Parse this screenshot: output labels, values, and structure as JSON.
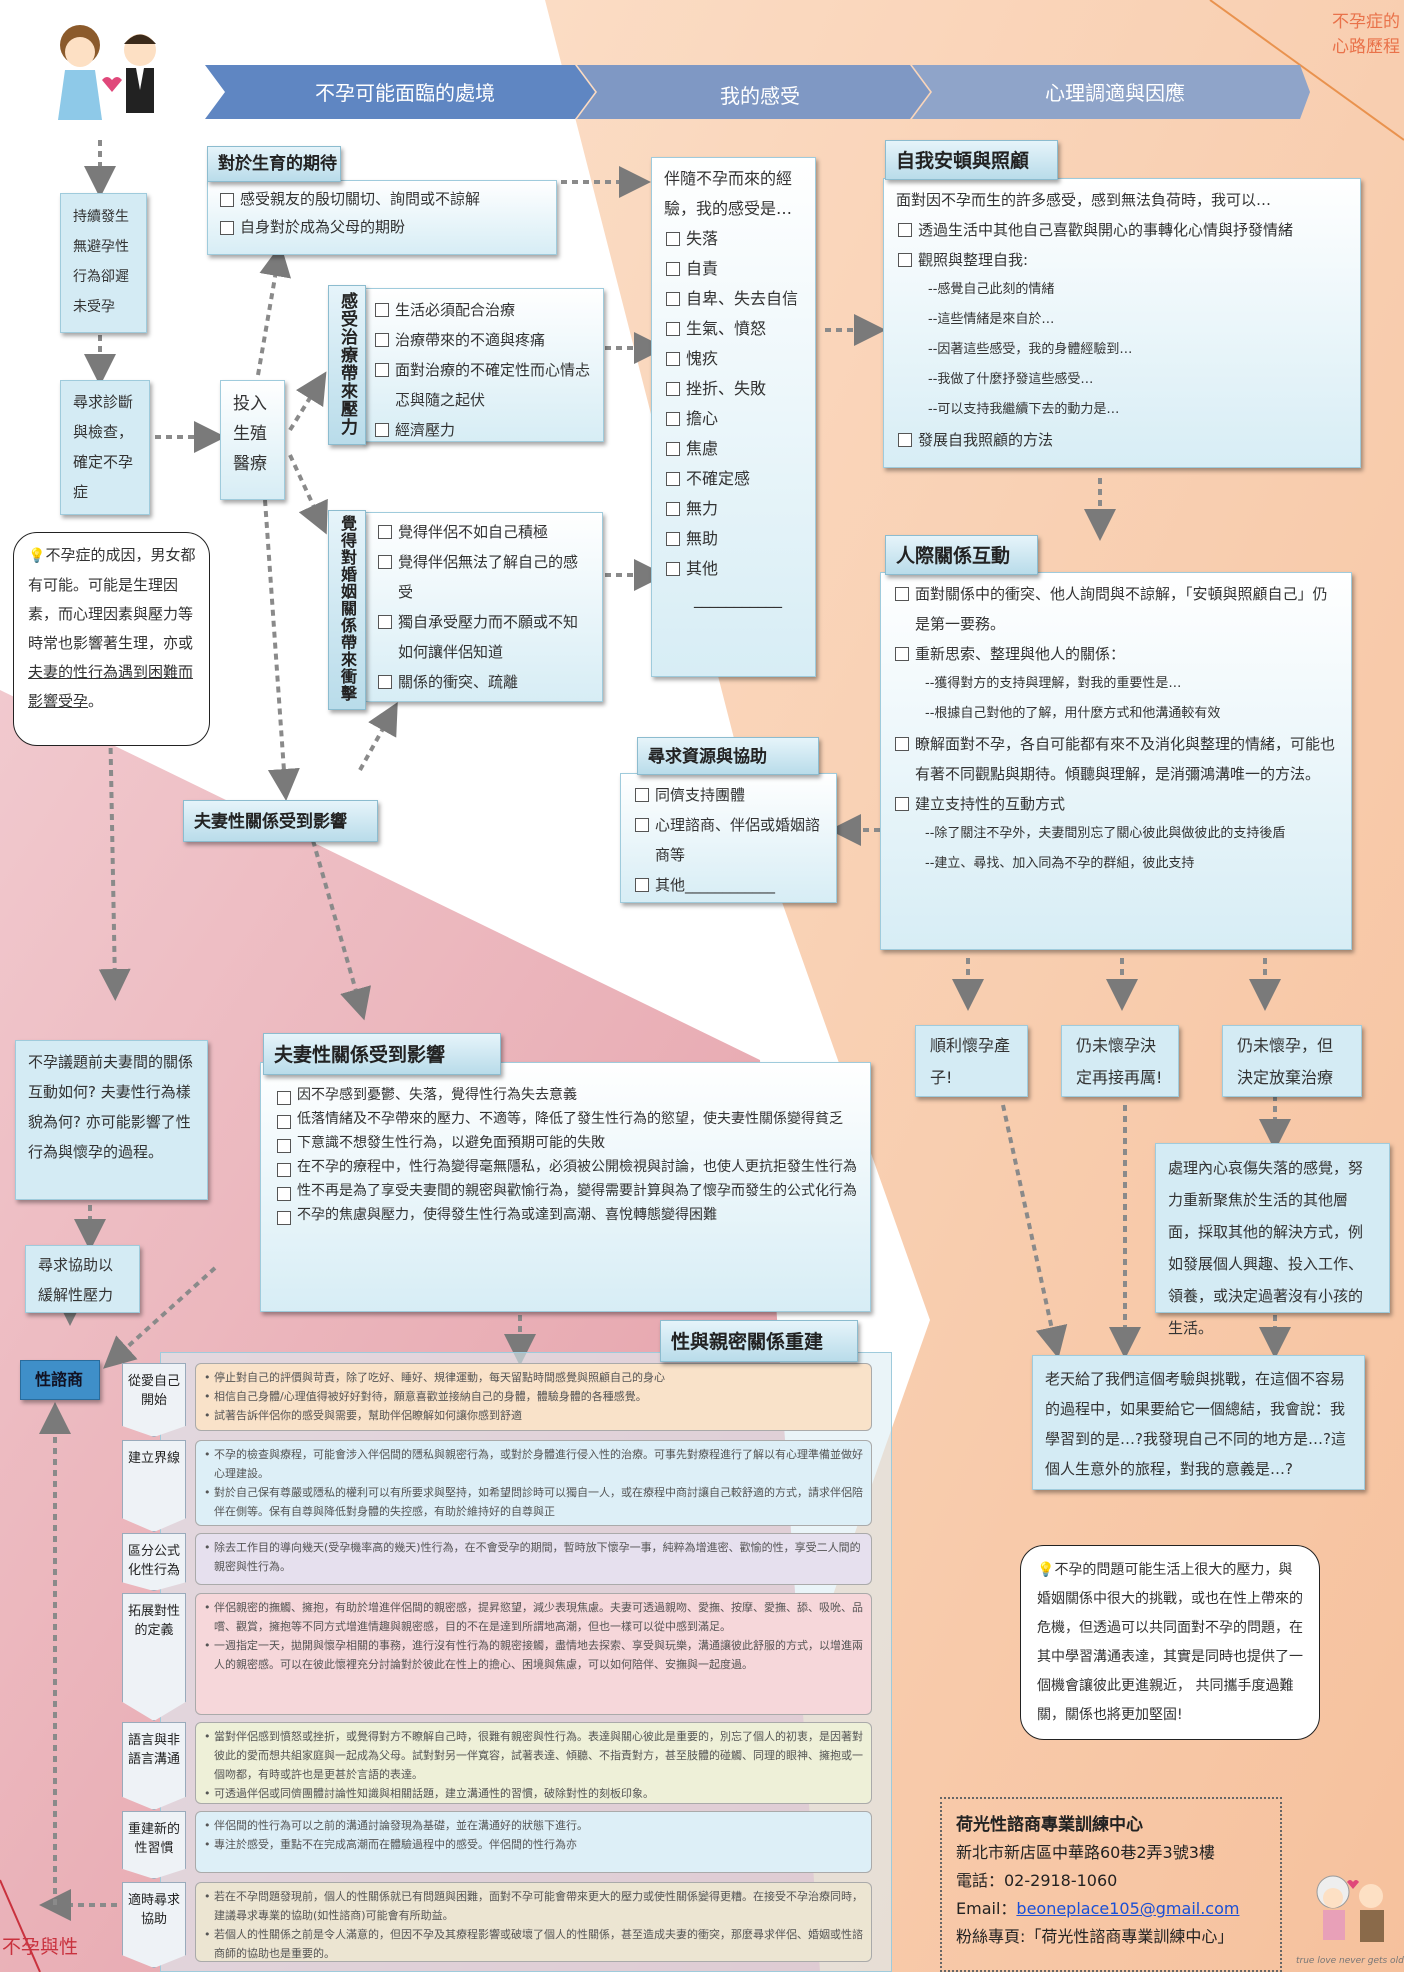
{
  "corner_title": "不孕症的\n心路歷程",
  "bottom_left_title": "不孕與性",
  "header": {
    "step1": "不孕可能面臨的處境",
    "step2": "我的感受",
    "step3": "心理調適與因應"
  },
  "flow": {
    "no_pregnancy": "持續發生無避孕性行為卻遲未受孕",
    "diagnosis": "尋求診斷與檢查，確定不孕症",
    "treatment": "投入生殖醫療"
  },
  "tip1": {
    "text_plain": "不孕症的成因，男女都有可能。可能是生理因素，而心理因素與壓力等時常也影響著生理，亦或",
    "text_underlined": "夫妻的性行為遇到困難而影響受孕",
    "text_end": "。"
  },
  "expectation": {
    "title": "對於生育的期待",
    "items": [
      "感受親友的殷切關切、詢問或不諒解",
      "自身對於成為父母的期盼"
    ]
  },
  "treatment_stress": {
    "title": "感受治療帶來壓力",
    "items": [
      "生活必須配合治療",
      "治療帶來的不適與疼痛",
      "面對治療的不確定性而心情忐忑與隨之起伏",
      "經濟壓力"
    ]
  },
  "marriage_impact": {
    "title": "覺得對婚姻關係帶來衝擊",
    "items": [
      "覺得伴侶不如自己積極",
      "覺得伴侶無法了解自己的感受",
      "獨自承受壓力而不願或不知如何讓伴侶知道",
      "關係的衝突、疏離"
    ]
  },
  "feelings": {
    "intro": "伴隨不孕而來的經驗，我的感受是…",
    "items": [
      "失落",
      "自責",
      "自卑、失去自信",
      "生氣、憤怒",
      "愧疚",
      "挫折、失敗",
      "擔心",
      "焦慮",
      "不確定感",
      "無力",
      "無助",
      "其他"
    ],
    "blank": "___________"
  },
  "self_care": {
    "title": "自我安頓與照顧",
    "intro": "面對因不孕而生的許多感受，感到無法負荷時，我可以…",
    "item1": "透過生活中其他自己喜歡與開心的事轉化心情與抒發情緒",
    "item2": "觀照與整理自我:",
    "subs": [
      "--感覺自己此刻的情緒",
      "--這些情緒是來自於…",
      "--因著這些感受，我的身體經驗到…",
      "--我做了什麼抒發這些感受…",
      "--可以支持我繼續下去的動力是…"
    ],
    "item3": "發展自我照顧的方法"
  },
  "interpersonal": {
    "title": "人際關係互動",
    "item1": "面對關係中的衝突、他人詢問與不諒解，「安頓與照顧自己」仍是第一要務。",
    "item2": "重新思索、整理與他人的關係：",
    "subs2": [
      "--獲得對方的支持與理解，對我的重要性是…",
      "--根據自己對他的了解，用什麼方式和他溝通較有效"
    ],
    "item3": "瞭解面對不孕，各自可能都有來不及消化與整理的情緒，可能也有著不同觀點與期待。傾聽與理解，是消彌鴻溝唯一的方法。",
    "item4": "建立支持性的互動方式",
    "subs4": [
      "--除了關注不孕外，夫妻間別忘了關心彼此與做彼此的支持後盾",
      "--建立、尋找、加入同為不孕的群組，彼此支持"
    ]
  },
  "resources": {
    "title": "尋求資源與協助",
    "items": [
      "同儕支持團體",
      "心理諮商、伴侶或婚姻諮商等",
      "其他____________"
    ]
  },
  "marriage_affected_small": "夫妻性關係受到影響",
  "outcomes": {
    "o1": "順利懷孕產子!",
    "o2": "仍未懷孕決定再接再厲!",
    "o3": "仍未懷孕，但決定放棄治療"
  },
  "grief": "處理內心哀傷失落的感覺，努力重新聚焦於生活的其他層面，採取其他的解決方式，例如發展個人興趣、投入工作、領養，或決定過著沒有小孩的生活。",
  "reflection": "老天給了我們這個考驗與挑戰，在這個不容易的過程中，如果要給它一個總結，我會說：我學習到的是…?我發現自己不同的地方是…?這個人生意外的旅程，對我的意義是…?",
  "tip2": "不孕的問題可能生活上很大的壓力，與婚姻關係中很大的挑戰，或也在性上帶來的危機，但透過可以共同面對不孕的問題，在其中學習溝通表達，其實是同時也提供了一個機會讓彼此更進親近， 共同攜手度過難關，關係也將更加堅固!",
  "question": "不孕議題前夫妻間的關係互動如何? 夫妻性行為樣貌為何? 亦可能影響了性行為與懷孕的過程。",
  "seek_help": "尋求協助以緩解性壓力",
  "therapy": "性諮商",
  "sexual": {
    "title": "夫妻性關係受到影響",
    "items": [
      "因不孕感到憂鬱、失落，覺得性行為失去意義",
      "低落情緒及不孕帶來的壓力、不適等，降低了發生性行為的慾望，使夫妻性關係變得貧乏",
      "下意識不想發生性行為，以避免面預期可能的失敗",
      "在不孕的療程中，性行為變得毫無隱私，必須被公開檢視與討論，也使人更抗拒發生性行為",
      "性不再是為了享受夫妻間的親密與歡愉行為，變得需要計算與為了懷孕而發生的公式化行為",
      "不孕的焦慮與壓力，使得發生性行為或達到高潮、喜悅轉態變得困難"
    ]
  },
  "rebuild": {
    "title": "性與親密關係重建",
    "stages": [
      {
        "label": "從愛自己開始",
        "color": "#f9e2c9",
        "points": [
          "停止對自己的評價與苛責，除了吃好、睡好、規律運動，每天留點時間感覺與照顧自己的身心",
          "相信自己身體/心理值得被好好對待，願意喜歡並接納自己的身體，體驗身體的各種感覺。",
          "試著告訴伴侶你的感受與需要，幫助伴侶瞭解如何讓你感到舒適"
        ]
      },
      {
        "label": "建立界線",
        "color": "#ddeff7",
        "points": [
          "不孕的檢查與療程，可能會涉入伴侶間的隱私與親密行為，或對於身體進行侵入性的治療。可事先對療程進行了解以有心理準備並做好心理建設。",
          "對於自己保有尊嚴或隱私的權利可以有所要求與堅持，如希望問診時可以獨自一人，或在療程中商討讓自己較舒適的方式，請求伴侶陪伴在側等。保有自尊與降低對身體的失控感，有助於維持好的自尊與正"
        ]
      },
      {
        "label": "區分公式化性行為",
        "color": "#e6e0ee",
        "points": [
          "除去工作目的導向幾天(受孕機率高的幾天)性行為，在不會受孕的期間，暫時放下懷孕一事，純粹為增進密、歡愉的性，享受二人間的親密與性行為。"
        ]
      },
      {
        "label": "拓展對性的定義",
        "color": "#f6d7da",
        "points": [
          "伴侶親密的撫觸、擁抱，有助於增進伴侶間的親密感，提昇慾望，減少表現焦慮。夫妻可透過親吻、愛撫、按摩、愛撫、舔、吸吮、品嚐、觀賞，擁抱等不同方式增進情趣與親密感，目的不在是達到所謂地高潮，但也一樣可以從中感到滿足。",
          "一週指定一天，拋開與懷孕相關的事務，進行沒有性行為的親密接觸，盡情地去探索、享受與玩樂，溝通讓彼此舒服的方式，以增進兩人的親密感。可以在彼此懷裡充分討論對於彼此在性上的擔心、困境與焦慮，可以如何陪伴、安撫與一起度過。"
        ]
      },
      {
        "label": "語言與非語言溝通",
        "color": "#eef0d8",
        "points": [
          "當對伴侶感到憤怒或挫折，或覺得對方不瞭解自己時，很難有親密與性行為。表達與關心彼此是重要的，別忘了個人的初衷，是因著對彼此的愛而想共組家庭與一起成為父母。試對對另一伴寬容，試著表達、傾聽、不指責對方，甚至肢體的碰觸、同理的眼神、擁抱或一個吻都，有時或許也是更甚於言語的表達。",
          "可透過伴侶或同儕團體討論性知識與相關話題，建立溝通性的習慣，破除對性的刻板印象。"
        ]
      },
      {
        "label": "重建新的性習慣",
        "color": "#ddeff7",
        "points": [
          "伴侶間的性行為可以之前的溝通討論發現為基礎，並在溝通好的狀態下進行。",
          "專注於感受，重點不在完成高潮而在體驗過程中的感受。伴侶間的性行為亦"
        ]
      },
      {
        "label": "適時尋求協助",
        "color": "#ece5d2",
        "points": [
          "若在不孕問題發現前，個人的性關係就已有問題與困難，面對不孕可能會帶來更大的壓力或使性關係變得更糟。在接受不孕治療同時，建議尋求專業的協助(如性諮商)可能會有所助益。",
          "若個人的性關係之前是令人滿意的，但因不孕及其療程影響或破壞了個人的性關係，甚至造成夫妻的衝突，那麼尋求伴侶、婚姻或性諮商師的協助也是重要的。"
        ]
      }
    ]
  },
  "center": {
    "name": "荷光性諮商專業訓練中心",
    "address": "新北市新店區中華路60巷2弄3號3樓",
    "phone": "電話：02-2918-1060",
    "email_label": "Email：",
    "email": "beoneplace105@gmail.com",
    "fanpage": "粉絲專頁:「荷光性諮商專業訓練中心」"
  },
  "couple_caption": "true love never gets old",
  "colors": {
    "accent": "#4a6fa5",
    "header_blue": "#4a7fc1",
    "peach": "#f7c9a6",
    "pink": "#e9a6ad",
    "box_blue": "#d4ebf4"
  }
}
